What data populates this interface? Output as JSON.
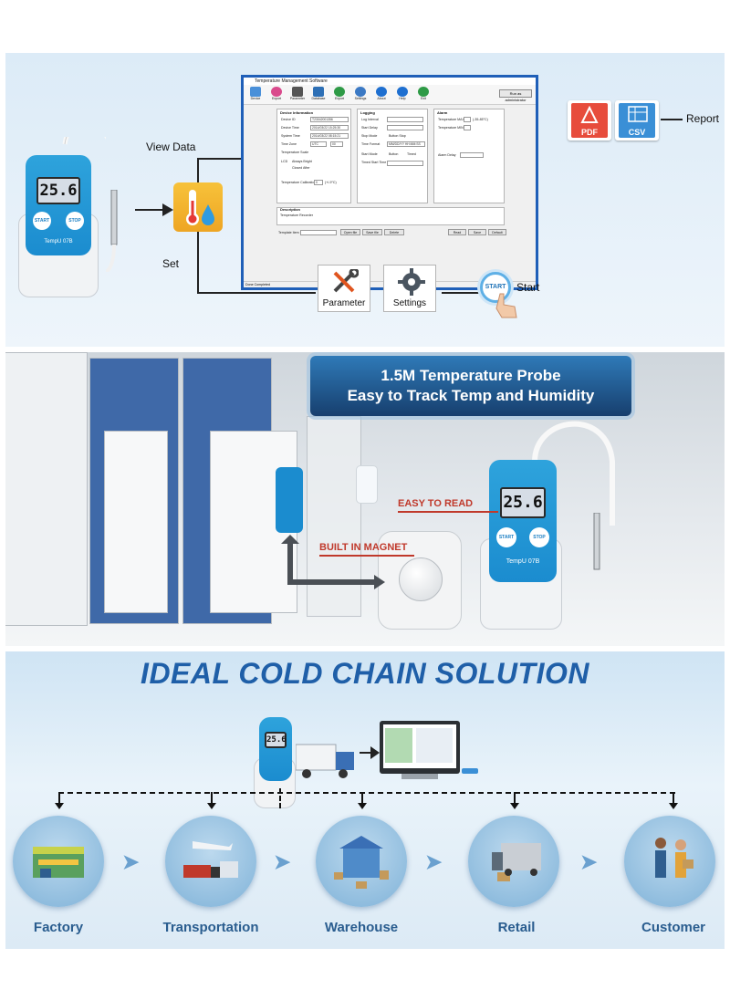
{
  "panel1": {
    "label_view_data": "View Data",
    "label_set": "Set",
    "label_report": "Report",
    "label_start": "Start",
    "device": {
      "display": "25.6",
      "start_btn": "START",
      "stop_btn": "STOP",
      "brand": "TempU 07B"
    },
    "export": {
      "pdf": "PDF",
      "csv": "CSV"
    },
    "tiles": {
      "parameter": "Parameter",
      "settings": "Settings"
    },
    "start_button_text": "START",
    "software": {
      "title": "Temperature Management Software",
      "toolbar": [
        "Device",
        "Export",
        "Parameter",
        "Database",
        "Export",
        "Settings",
        "About",
        "Help",
        "Exit"
      ],
      "run_admin": "Run as administrator",
      "device_info": {
        "title": "Device Information",
        "rows": [
          "Device ID",
          "Device Time",
          "System Time",
          "Time Zone",
          "Temperature Scale",
          "LCD",
          "Temperature Calibration"
        ],
        "values": [
          "T23042001356",
          "2014/03/22 15:25:30",
          "2014/03/22 08:15:21",
          "UTC",
          "",
          "",
          "0"
        ],
        "lcd_opt1": "Always Bright",
        "lcd_opt2": "Closed After",
        "tz_value": "00",
        "calib_unit": "(+/-9°C)"
      },
      "logging": {
        "title": "Logging",
        "rows": [
          "Log Interval",
          "Start Delay",
          "Stop Mode",
          "Time Format",
          "Start Mode",
          "Timed Start Time"
        ],
        "stop_mode": "Button Stop",
        "time_format": "MM/DD/YY HH:MM:SS",
        "start_opt1": "Button",
        "start_opt2": "Timed"
      },
      "alarm": {
        "title": "Alarm",
        "rows": [
          "Temperature MAX",
          "Temperature MIN",
          "Alarm Delay"
        ],
        "max_unit": "(-35-85°C)"
      },
      "description": {
        "title": "Description",
        "text": "Temperature Recorder"
      },
      "template_label": "Template Item",
      "buttons": [
        "Open file",
        "Save file",
        "Delete",
        "Read",
        "Save",
        "Default"
      ],
      "status": "Done Completed"
    }
  },
  "panel2": {
    "title_line1": "1.5M Temperature Probe",
    "title_line2": "Easy to Track Temp and Humidity",
    "easy_to_read": "EASY TO READ",
    "built_in_magnet": "BUILT IN MAGNET",
    "device": {
      "display": "25.6",
      "start_btn": "START",
      "stop_btn": "STOP",
      "brand": "TempU 07B"
    }
  },
  "panel3": {
    "headline": "IDEAL COLD CHAIN SOLUTION",
    "device": {
      "display": "25.6"
    },
    "stages": [
      "Factory",
      "Transportation",
      "Warehouse",
      "Retail",
      "Customer"
    ]
  },
  "colors": {
    "device_blue": "#1b8ccf",
    "headline_blue": "#1f5fa8",
    "stage_label": "#2a5d8f",
    "accent_red": "#c0392b",
    "pdf_red": "#e74c3c",
    "csv_blue": "#3a8fd6"
  },
  "icons": [
    "thermometer-drop-icon",
    "pdf-file-icon",
    "csv-file-icon",
    "wrench-screwdriver-icon",
    "gear-icon",
    "hand-press-icon"
  ]
}
